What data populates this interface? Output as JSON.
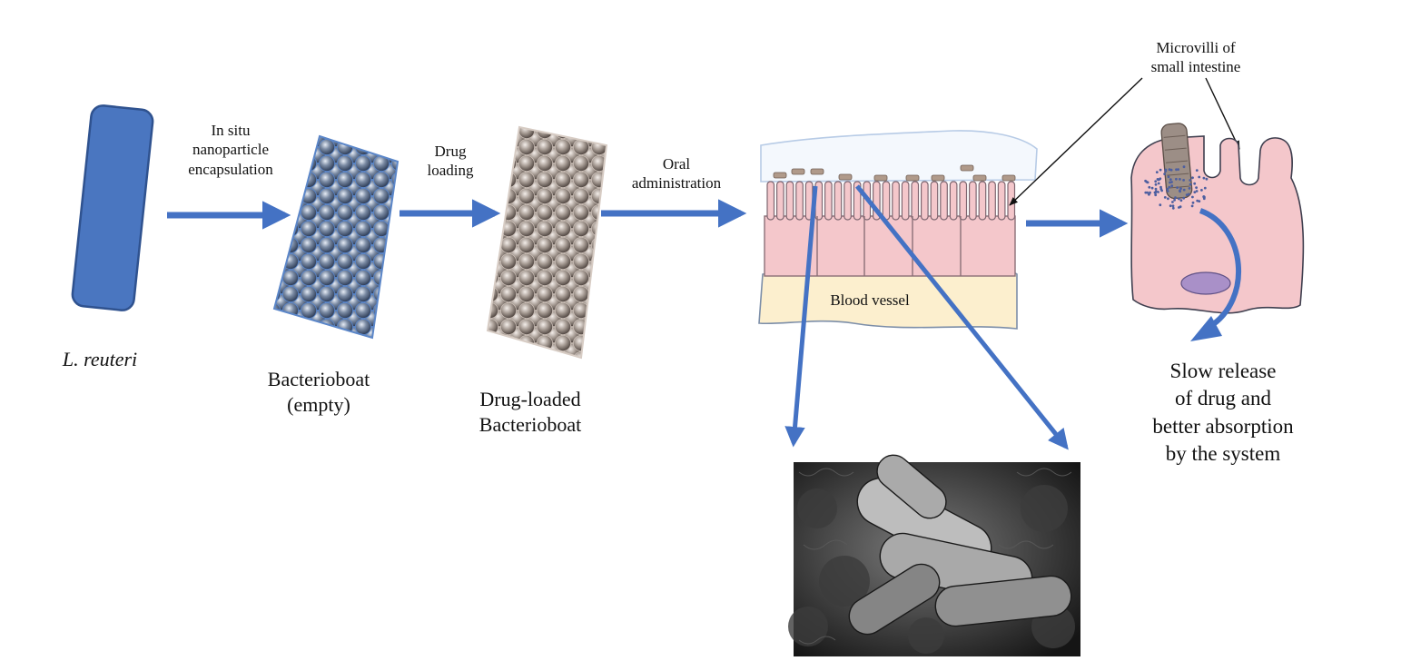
{
  "labels": {
    "organism": "L. reuteri",
    "step1_line1": "In situ",
    "step1_line2": "nanoparticle",
    "step1_line3": "encapsulation",
    "bacterioboat_empty_line1": "Bacterioboat",
    "bacterioboat_empty_line2": "(empty)",
    "step2_line1": "Drug",
    "step2_line2": "loading",
    "drug_loaded_line1": "Drug-loaded",
    "drug_loaded_line2": "Bacterioboat",
    "step3_line1": "Oral",
    "step3_line2": "administration",
    "blood_vessel": "Blood vessel",
    "microvilli_line1": "Microvilli  of",
    "microvilli_line2": "small  intestine",
    "outcome_line1": "Slow release",
    "outcome_line2": "of drug and",
    "outcome_line3": "better absorption",
    "outcome_line4": "by the system"
  },
  "colors": {
    "arrow": "#4472c4",
    "bacterium_fill": "#4a76c0",
    "bacterium_stroke": "#2f528f",
    "empty_boat": "#3d64a8",
    "loaded_boat": "#9c8e86",
    "tissue": "#f4c7cb",
    "blood_vessel": "#fcefce",
    "nucleus": "#a990c8"
  },
  "icons": {
    "bacterium": "rod-bacterium-icon",
    "sem_image": "sem-micrograph"
  }
}
